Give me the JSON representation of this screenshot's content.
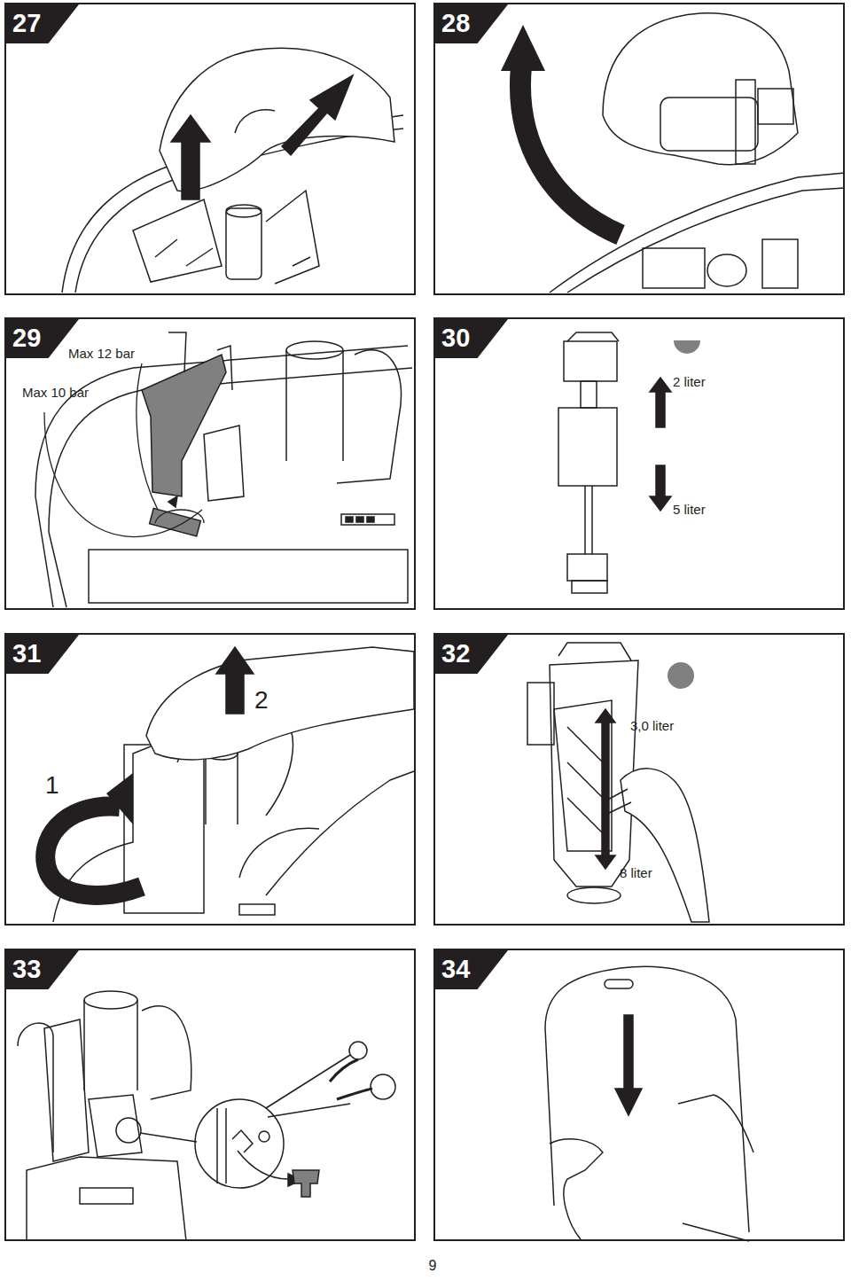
{
  "diagram": {
    "nodes": [
      {
        "text": [
          "27"
        ]
      },
      {
        "text": [
          "28"
        ]
      },
      {
        "text": [
          "29",
          "Max 12 bar",
          "Max 10 bar"
        ]
      },
      {
        "text": [
          "30",
          "2 liter",
          "5 liter"
        ]
      },
      {
        "text": [
          "31",
          "2",
          "1"
        ]
      },
      {
        "text": [
          "32",
          "3,0 liter",
          "8 liter"
        ]
      },
      {
        "text": [
          "33"
        ]
      },
      {
        "text": [
          "34"
        ]
      }
    ],
    "labels": [
      "9"
    ]
  }
}
